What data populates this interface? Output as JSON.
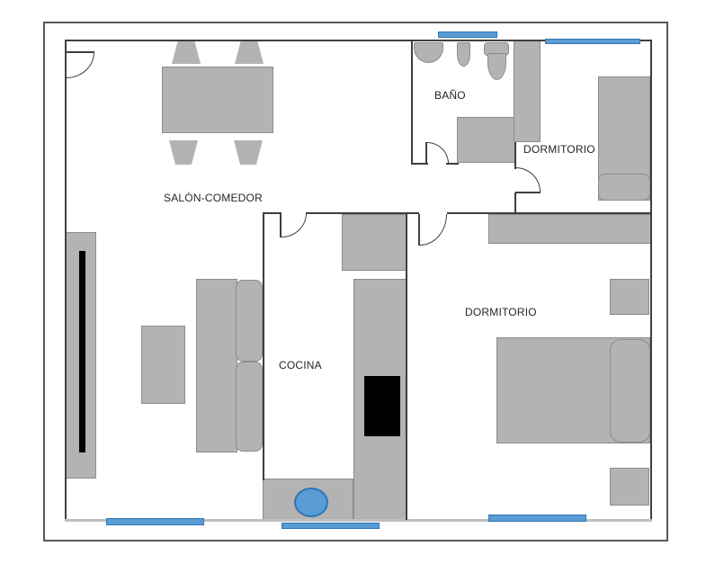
{
  "diagram": {
    "type": "apartment-floor-plan",
    "rooms": {
      "salon": {
        "label": "SALÓN-COMEDOR"
      },
      "bano": {
        "label": "BAÑO"
      },
      "dormitorio1": {
        "label": "DORMITORIO"
      },
      "dormitorio2": {
        "label": "DORMITORIO"
      },
      "cocina": {
        "label": "COCINA"
      }
    },
    "colors": {
      "background": "#ffffff",
      "wall": "#3f3f3f",
      "wall_light": "#bfbfbf",
      "furniture_fill": "#b3b3b3",
      "furniture_stroke": "#8c8c8c",
      "window_fill": "#5b9bd5",
      "window_stroke": "#2e75b6",
      "appliance_black": "#000000"
    }
  }
}
